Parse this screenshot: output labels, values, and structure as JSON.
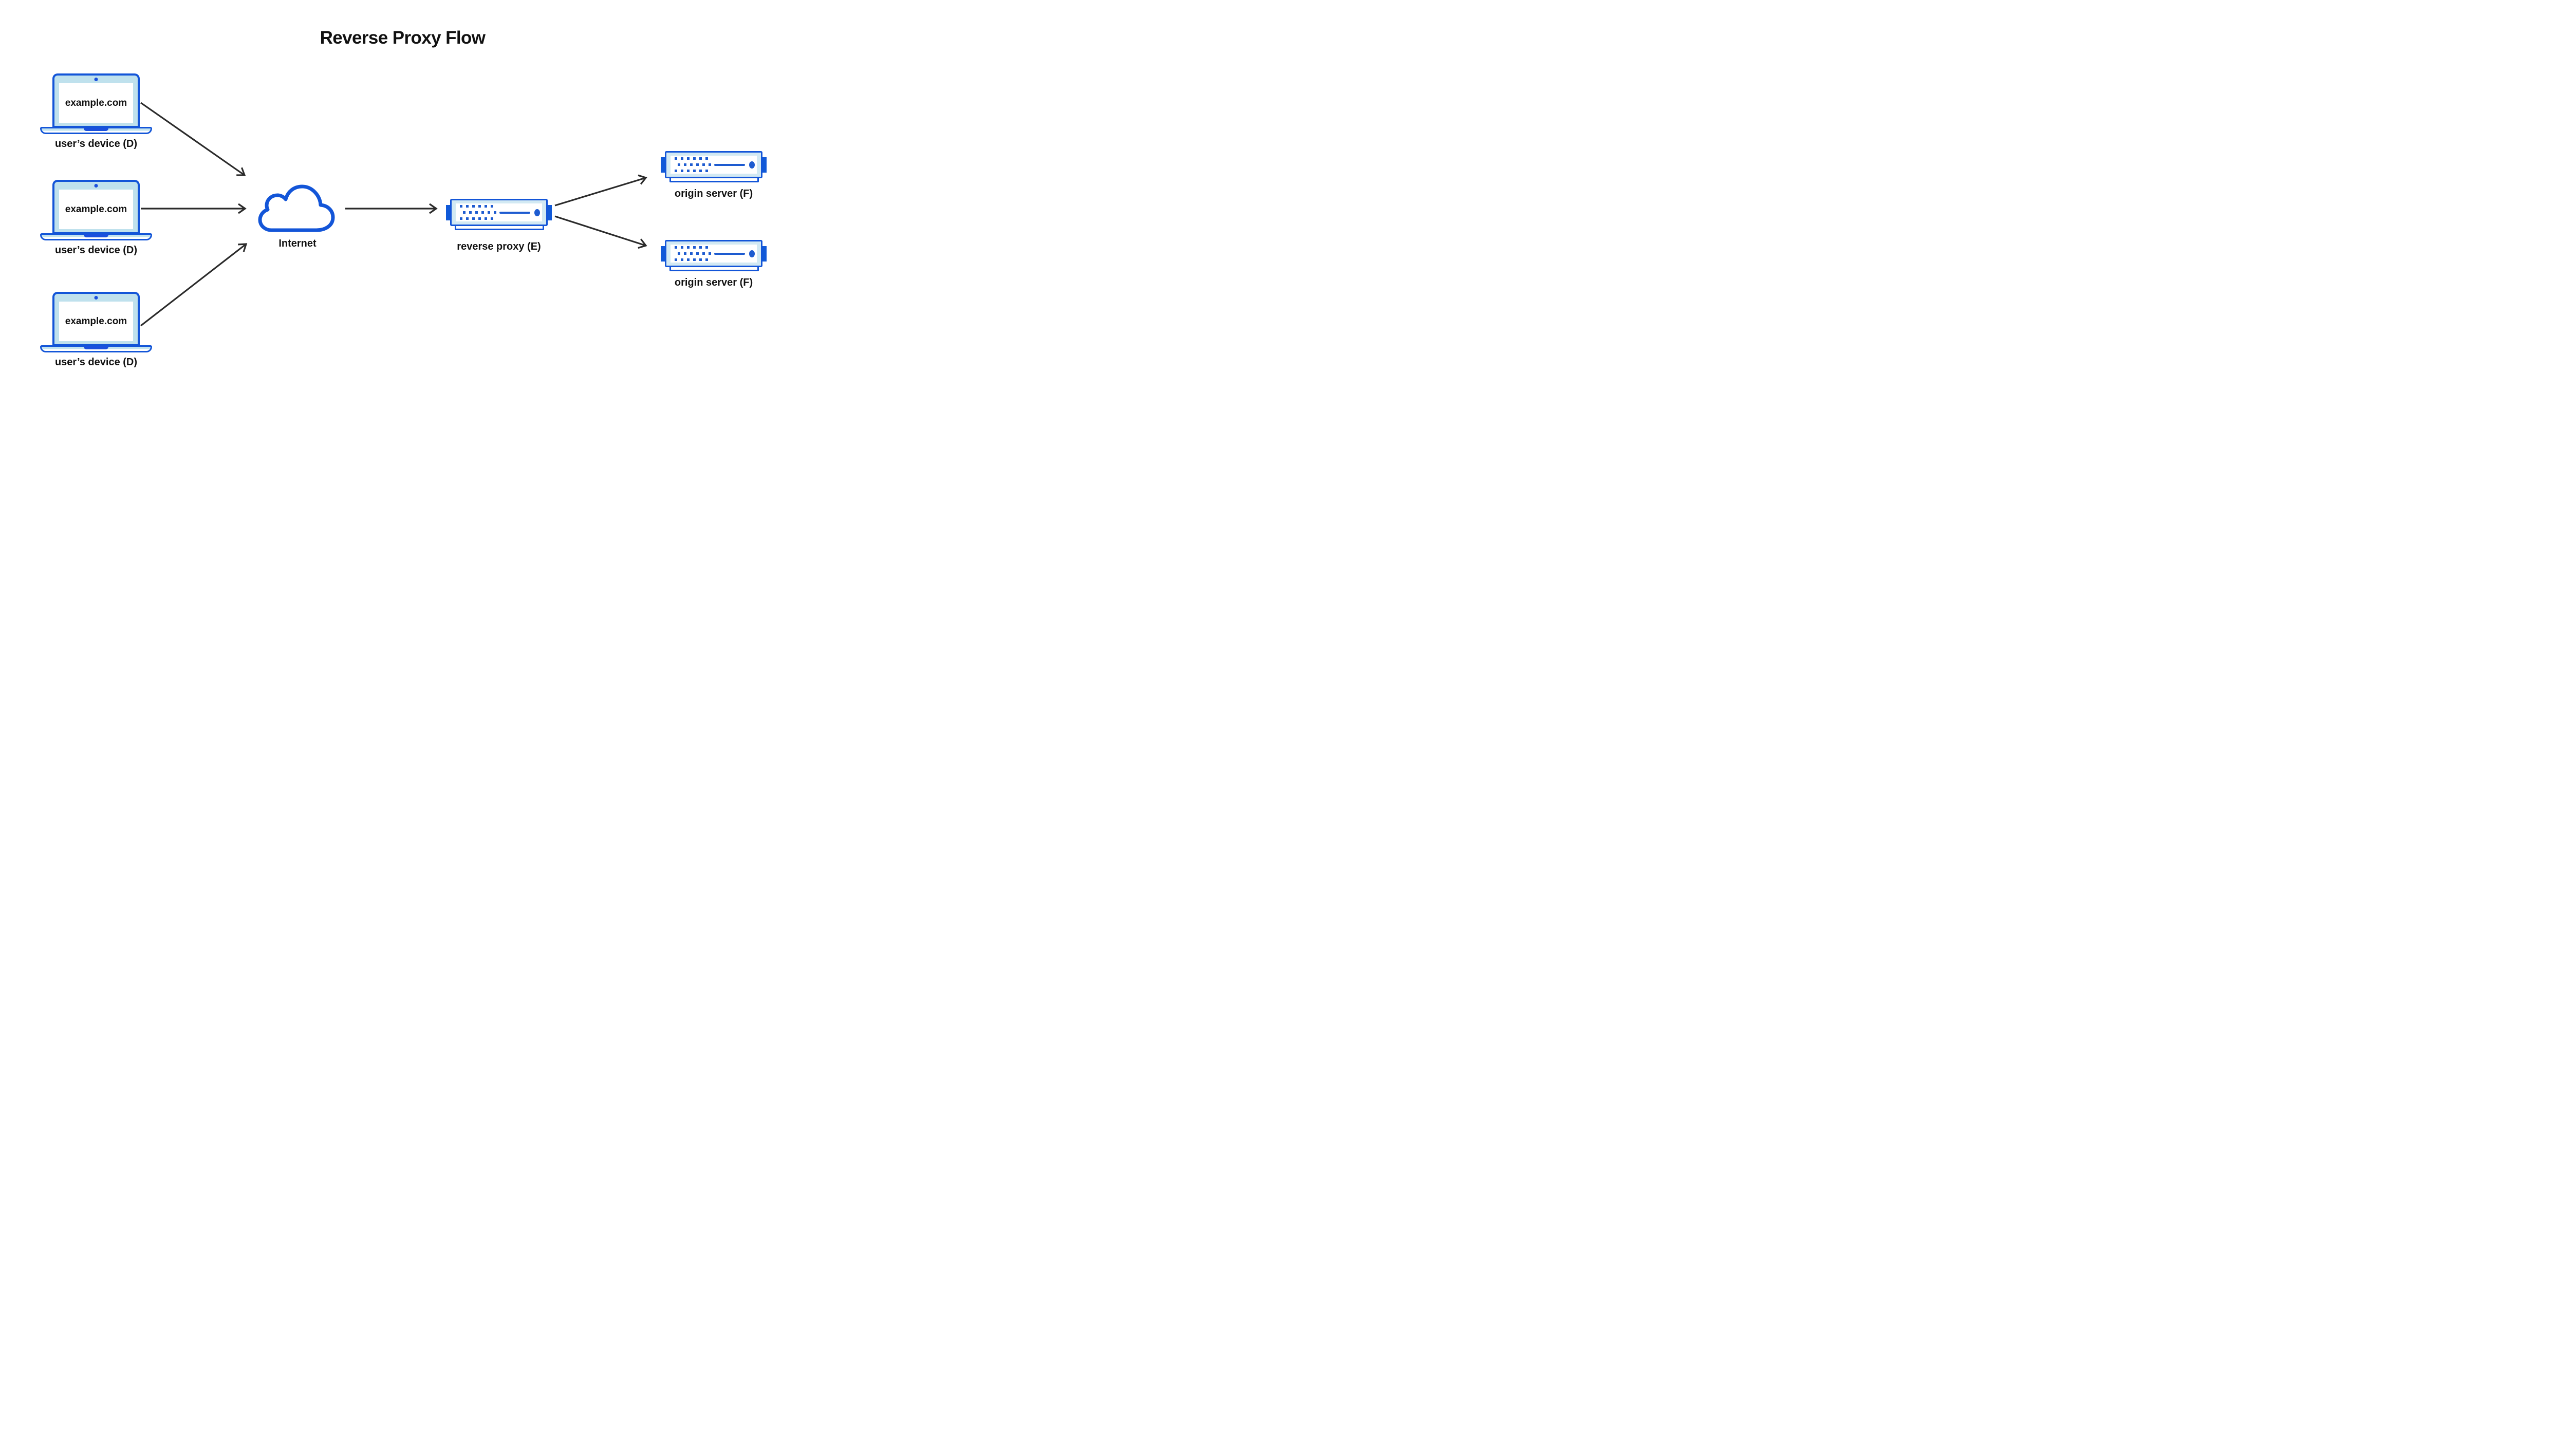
{
  "title": "Reverse Proxy Flow",
  "devices": [
    {
      "screen": "example.com",
      "label": "user’s device (D)"
    },
    {
      "screen": "example.com",
      "label": "user’s device (D)"
    },
    {
      "screen": "example.com",
      "label": "user’s device (D)"
    }
  ],
  "internet": {
    "label": "Internet"
  },
  "reverse_proxy": {
    "label": "reverse proxy (E)"
  },
  "origin_servers": [
    {
      "label": "origin server (F)"
    },
    {
      "label": "origin server (F)"
    }
  ],
  "connections": [
    {
      "from": "user-device-1",
      "to": "internet"
    },
    {
      "from": "user-device-2",
      "to": "internet"
    },
    {
      "from": "user-device-3",
      "to": "internet"
    },
    {
      "from": "internet",
      "to": "reverse-proxy"
    },
    {
      "from": "reverse-proxy",
      "to": "origin-server-1"
    },
    {
      "from": "reverse-proxy",
      "to": "origin-server-2"
    }
  ],
  "colors": {
    "primary_blue": "#1355d8",
    "bright_blue": "#1a50dd",
    "tab_blue": "#1059d8",
    "dot_blue": "#1d5bd0",
    "laptop_bezel": "#bfe1ed",
    "server_bezel": "#d2e9f3",
    "base_fill": "#c3e4ef",
    "arrow_color": "#2b2b2b",
    "text_color": "#111111",
    "background": "#ffffff"
  }
}
